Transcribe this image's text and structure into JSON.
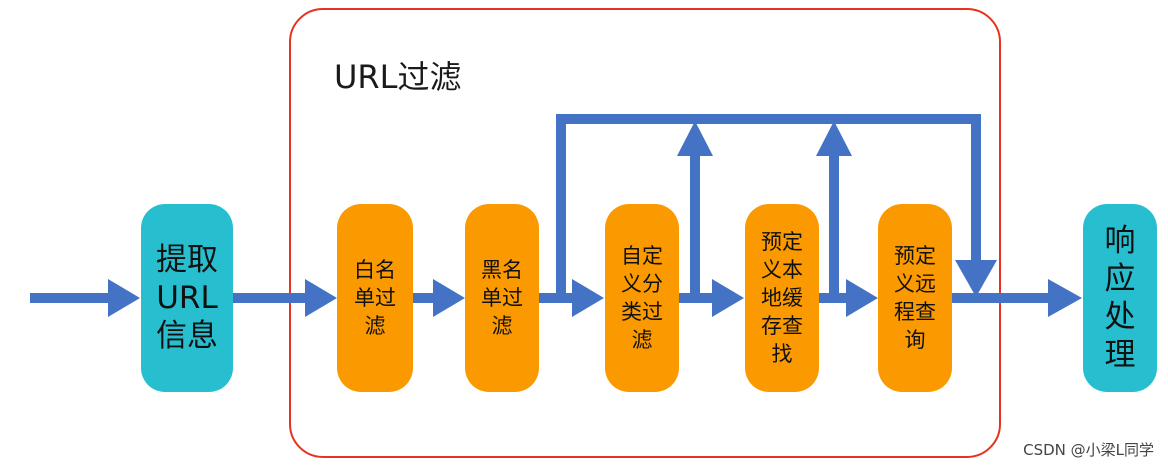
{
  "group": {
    "title": "URL过滤"
  },
  "nodes": [
    {
      "id": "extract",
      "label": "提取\nURL\n信息"
    },
    {
      "id": "whitelist",
      "label": "白名\n单过\n滤"
    },
    {
      "id": "blacklist",
      "label": "黑名\n单过\n滤"
    },
    {
      "id": "custom",
      "label": "自定\n义分\n类过\n滤"
    },
    {
      "id": "local",
      "label": "预定\n义本\n地缓\n存查\n找"
    },
    {
      "id": "remote",
      "label": "预定\n义远\n程查\n询"
    },
    {
      "id": "response",
      "label": "响\n应\n处\n理"
    }
  ],
  "colors": {
    "arrow": "#4472c4",
    "group_border": "#e8321f",
    "endpoint_fill": "#27bfd0",
    "filter_fill": "#fb9a00"
  },
  "watermark": "CSDN @小梁L同学"
}
